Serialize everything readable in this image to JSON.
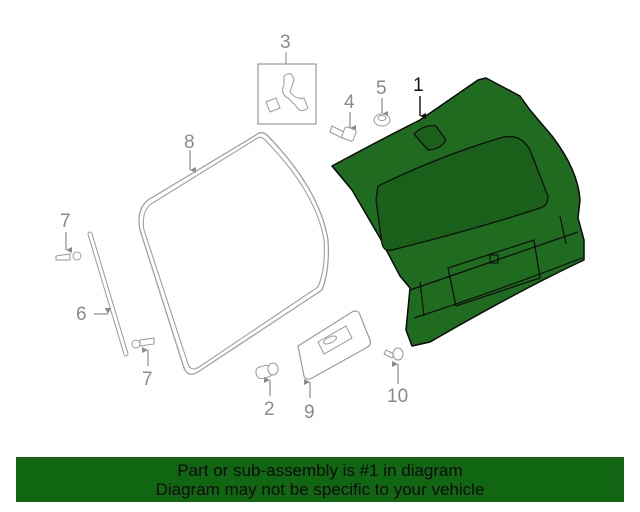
{
  "diagram": {
    "title": "Liftgate assembly parts diagram",
    "highlight_color": "#1f6b1f",
    "line_color": "#9a9a9a",
    "callouts": [
      {
        "id": "1",
        "label": "1",
        "part": "liftgate-panel",
        "highlighted": true
      },
      {
        "id": "2",
        "label": "2",
        "part": "bumper-stop"
      },
      {
        "id": "3",
        "label": "3",
        "part": "hinge-bracket"
      },
      {
        "id": "4",
        "label": "4",
        "part": "bolt"
      },
      {
        "id": "5",
        "label": "5",
        "part": "nut"
      },
      {
        "id": "6",
        "label": "6",
        "part": "lift-support-strut"
      },
      {
        "id": "7a",
        "label": "7",
        "part": "ball-stud-upper"
      },
      {
        "id": "7b",
        "label": "7",
        "part": "ball-stud-lower"
      },
      {
        "id": "8",
        "label": "8",
        "part": "weatherstrip-seal"
      },
      {
        "id": "9",
        "label": "9",
        "part": "license-plate-bracket"
      },
      {
        "id": "10",
        "label": "10",
        "part": "screw"
      }
    ]
  },
  "banner": {
    "line1": "Part or sub-assembly is #1 in diagram",
    "line2": "Diagram may not be specific to your vehicle",
    "background": "#116611"
  }
}
